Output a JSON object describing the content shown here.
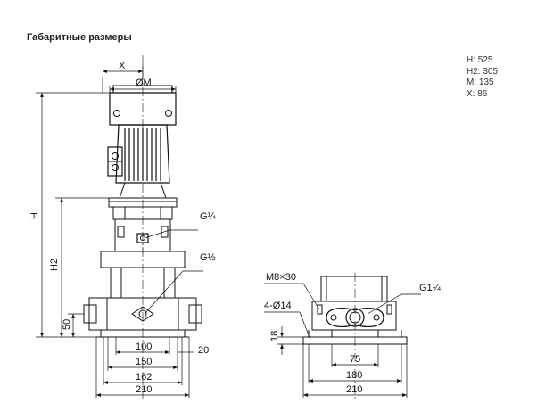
{
  "header": {
    "title": "Габаритные размеры"
  },
  "specs": [
    {
      "label": "H: 525"
    },
    {
      "label": "H2: 305"
    },
    {
      "label": "M: 135"
    },
    {
      "label": "X: 86"
    }
  ],
  "front_view": {
    "x_label": "X",
    "diam_m_label": "ØM",
    "h_label": "H",
    "h2_label": "H2",
    "base_height_label": "50",
    "dim_100": "100",
    "dim_20": "20",
    "dim_150": "150",
    "dim_162": "162",
    "dim_210": "210",
    "port_upper": "G¼",
    "port_lower": "G½"
  },
  "side_view": {
    "bolt_label": "M8×30",
    "port_label": "G1¼",
    "holes_label": "4-Ø14",
    "dim_18": "18",
    "dim_75": "75",
    "dim_180": "180",
    "dim_210": "210"
  }
}
